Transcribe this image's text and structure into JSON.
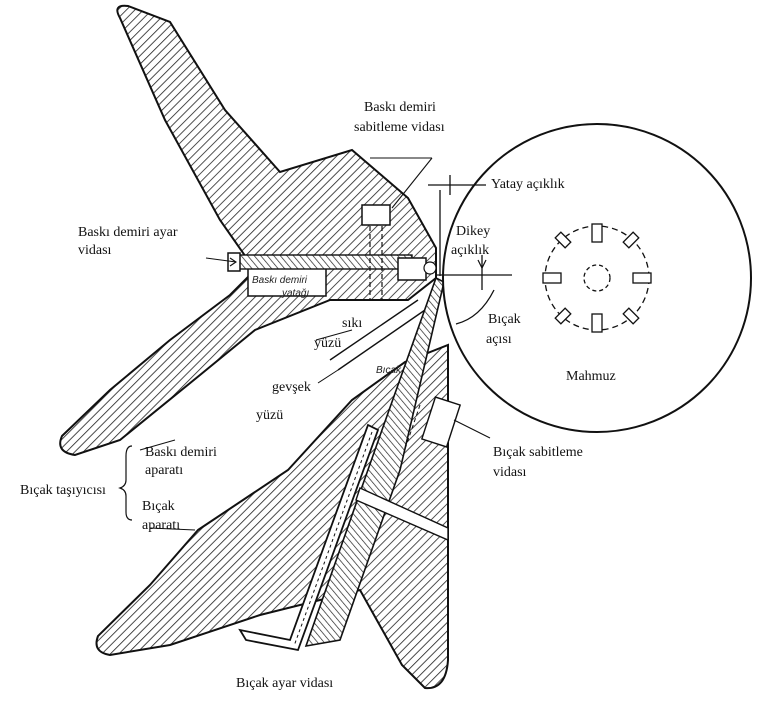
{
  "labels": {
    "baski_demiri_line1": "Baskı demiri",
    "baski_demiri_line2": "sabitleme vidası",
    "yatay": "Yatay açıklık",
    "dikey_line1": "Dikey",
    "dikey_line2": "açıklık",
    "ayar_line1": "Baskı demiri ayar",
    "ayar_line2": "vidası",
    "yatagi_line1": "Baskı demiri",
    "yatagi_line2": "yatağı",
    "siki_line1": "sıkı",
    "siki_line2": "yüzü",
    "bicak_acisi_line1": "Bıçak",
    "bicak_acisi_line2": "açısı",
    "mahmuz": "Mahmuz",
    "bicak_inner": "Bıçak",
    "gevsek_line1": "gevşek",
    "gevsek_line2": "yüzü",
    "bd_aparati_line1": "Baskı demiri",
    "bd_aparati_line2": "aparatı",
    "tasiyici": "Bıçak taşıyıcısı",
    "b_aparati_line1": "Bıçak",
    "b_aparati_line2": "aparatı",
    "sabitleme_line1": "Bıçak sabitleme",
    "sabitleme_line2": "vidası",
    "ayar_vidasi": "Bıçak ayar vidası"
  },
  "colors": {
    "ink": "#111111",
    "paper": "#ffffff",
    "hatch": "#222222"
  }
}
